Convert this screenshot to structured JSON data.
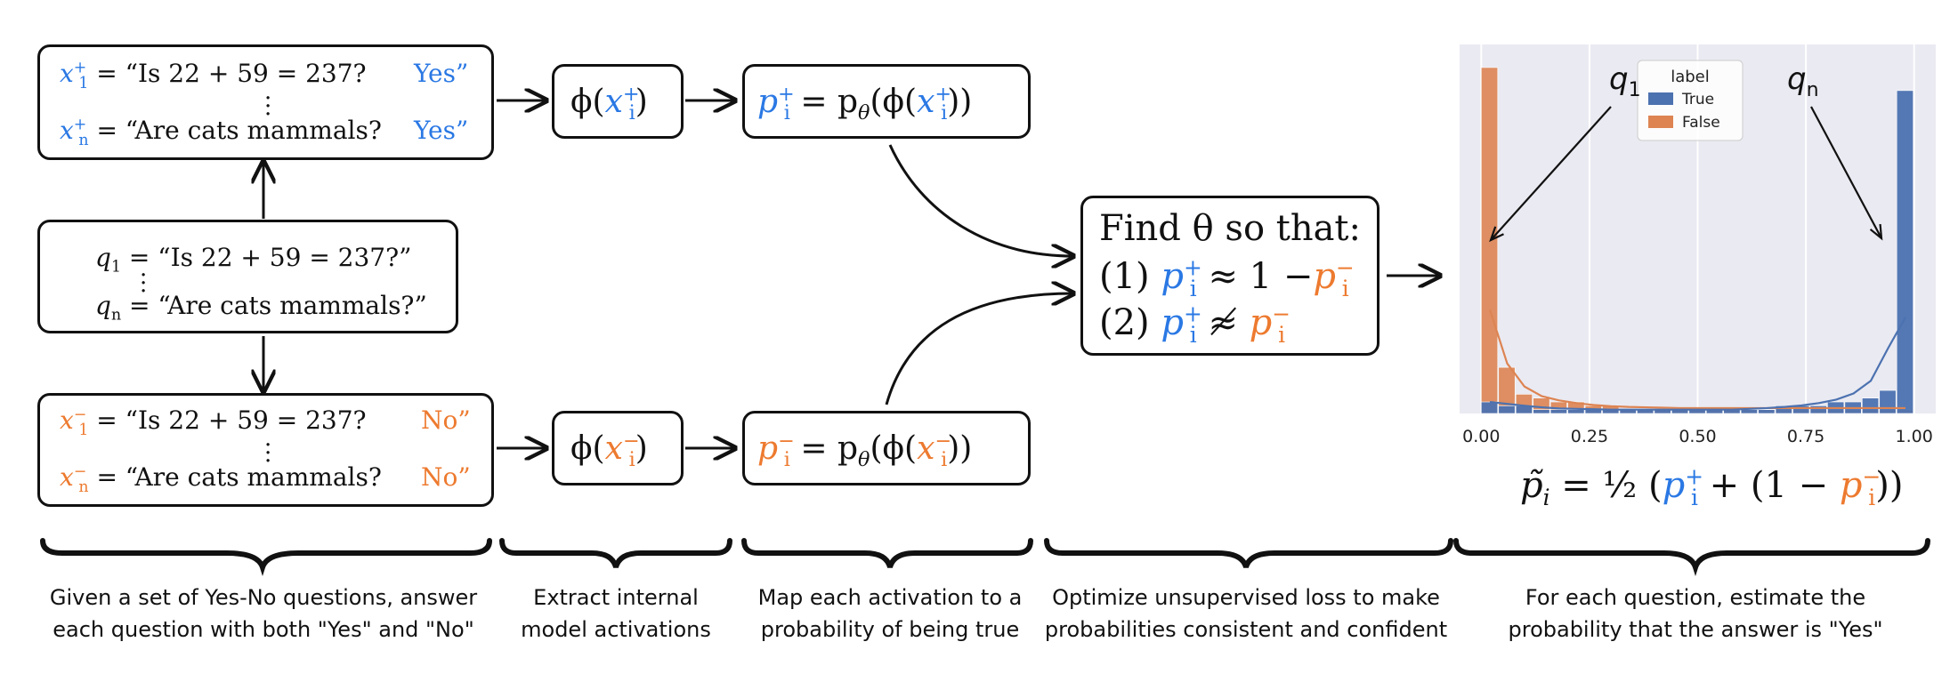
{
  "questions": {
    "q1_sym": "q",
    "q1_sub": "1",
    "qn_sym": "q",
    "qn_sub": "n",
    "q1_text": "= “Is 22 + 59 = 237?”",
    "qn_text": "= “Are cats mammals?”"
  },
  "pos_prompts": {
    "x1_sym": "x",
    "x1_sub": "1",
    "x1_sup": "+",
    "xn_sym": "x",
    "xn_sub": "n",
    "xn_sup": "+",
    "x1_text": "= “Is 22 + 59 = 237?",
    "xn_text": "= “Are cats mammals?",
    "answer1": "Yes”",
    "answern": "Yes”"
  },
  "neg_prompts": {
    "x1_sym": "x",
    "x1_sub": "1",
    "x1_sup": "−",
    "xn_sym": "x",
    "xn_sub": "n",
    "xn_sup": "−",
    "x1_text": "= “Is 22 + 59 = 237?",
    "xn_text": "= “Are cats mammals?",
    "answer1": "No”",
    "answern": "No”"
  },
  "activation_pos": {
    "phi": "ϕ(",
    "x": "x",
    "sub": "i",
    "sup": "+",
    "close": ")"
  },
  "activation_neg": {
    "phi": "ϕ(",
    "x": "x",
    "sub": "i",
    "sup": "−",
    "close": ")"
  },
  "prob_pos": {
    "p": "p",
    "sub": "i",
    "sup": "+",
    "eq": "= p",
    "theta": "θ",
    "mid": "(ϕ(",
    "x": "x",
    "close": "))"
  },
  "prob_neg": {
    "p": "p",
    "sub": "i",
    "sup": "−",
    "eq": "= p",
    "theta": "θ",
    "mid": "(ϕ(",
    "x": "x",
    "close": "))"
  },
  "objective": {
    "title": "Find θ so that:",
    "c1_num": "(1)",
    "c1_rel": "≈ 1 −",
    "c2_num": "(2)",
    "c2_rel": "≉"
  },
  "estimate": {
    "lhs": "p̃",
    "sub": "i",
    "eq": "=",
    "half": "½",
    "open": "(",
    "plus": "+ (1 −",
    "close": "))"
  },
  "captions": [
    "Given a set of Yes-No questions, answer each question with both \"Yes\" and \"No\"",
    "Extract internal model activations",
    "Map each activation to a probability of being true",
    "Optimize unsupervised loss to make probabilities consistent and confident",
    "For each question, estimate the probability that the answer is \"Yes\""
  ],
  "colors": {
    "blue": "#2a78e4",
    "orange": "#ed7a2f",
    "bar_true": "#4c72b0",
    "bar_false": "#dd8452",
    "plot_bg": "#eaeaf2"
  },
  "chart_data": {
    "type": "bar",
    "title": "",
    "xlabel": "",
    "ylabel": "",
    "xlim": [
      0.0,
      1.0
    ],
    "xticks": [
      "0.00",
      "0.25",
      "0.50",
      "0.75",
      "1.00"
    ],
    "grid": true,
    "legend": {
      "title": "label",
      "placement": "top-center",
      "entries": [
        "True",
        "False"
      ]
    },
    "annotations": [
      {
        "sym": "q",
        "sub": "1",
        "points_to": "False bar at 0.00"
      },
      {
        "sym": "q",
        "sub": "n",
        "points_to": "True bar at 1.00"
      }
    ],
    "bin_width": 0.04,
    "x": [
      0.0,
      0.04,
      0.08,
      0.12,
      0.16,
      0.2,
      0.24,
      0.28,
      0.32,
      0.36,
      0.4,
      0.44,
      0.48,
      0.52,
      0.56,
      0.6,
      0.64,
      0.68,
      0.72,
      0.76,
      0.8,
      0.84,
      0.88,
      0.92,
      0.96
    ],
    "series": [
      {
        "name": "True",
        "values": [
          3,
          2,
          2,
          1,
          1,
          1,
          1,
          1,
          1,
          1,
          1,
          1,
          1,
          1,
          1,
          1,
          1,
          2,
          2,
          2,
          3,
          3,
          4,
          6,
          84
        ],
        "kde": [
          3,
          2.5,
          2,
          1.6,
          1.3,
          1.2,
          1.1,
          1,
          1,
          1,
          1,
          1,
          1,
          1,
          1,
          1.2,
          1.4,
          1.7,
          2.1,
          2.7,
          3.6,
          5.2,
          8.5,
          17,
          25
        ]
      },
      {
        "name": "False",
        "values": [
          90,
          12,
          5,
          4,
          3,
          3,
          2,
          2,
          1,
          1,
          1,
          1,
          1,
          1,
          1,
          1,
          1,
          1,
          1,
          1,
          1,
          1,
          1,
          1,
          1
        ],
        "kde": [
          27,
          13,
          7,
          4.5,
          3.4,
          2.7,
          2.2,
          1.9,
          1.7,
          1.6,
          1.5,
          1.4,
          1.4,
          1.4,
          1.4,
          1.4,
          1.4,
          1.4,
          1.4,
          1.4,
          1.4,
          1.4,
          1.4,
          1.4,
          1.4
        ]
      }
    ]
  }
}
